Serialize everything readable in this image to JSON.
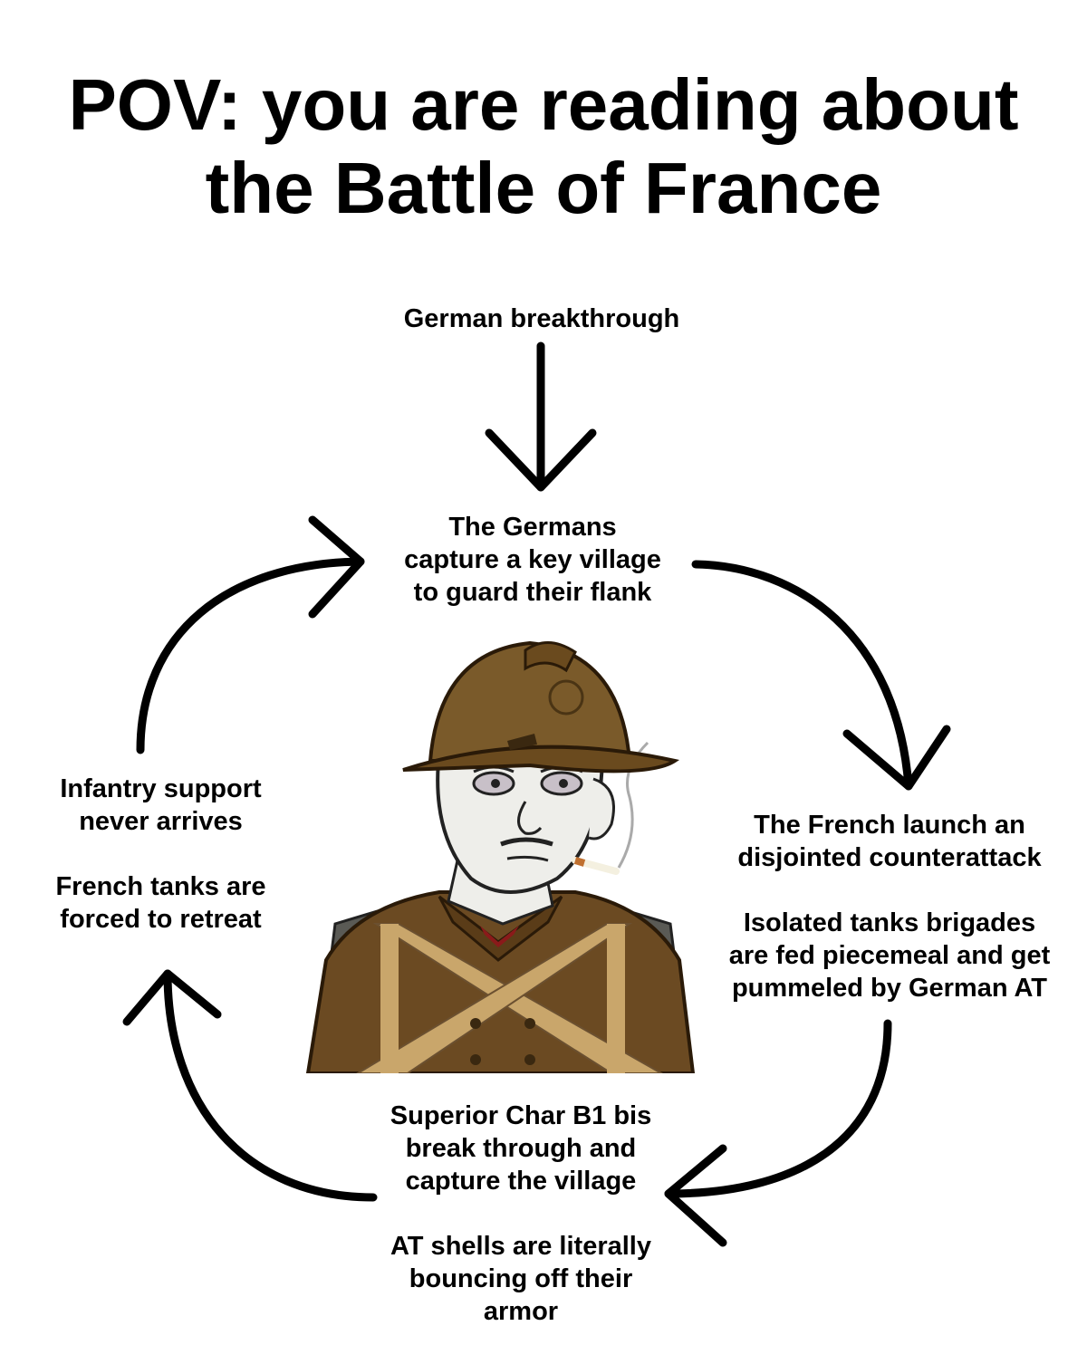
{
  "title": {
    "line1": "POV: you are reading about",
    "line2": "the Battle of France"
  },
  "cycle": {
    "top_entry": "German breakthrough",
    "step1": [
      "The Germans",
      "capture a key village",
      "to guard their flank"
    ],
    "step2": [
      "The French launch an",
      "disjointed counterattack",
      "",
      "Isolated tanks brigades",
      "are fed piecemeal and get",
      "pummeled by German AT"
    ],
    "step3": [
      "Superior Char B1 bis",
      "break through and",
      "capture the village",
      "",
      "AT shells are literally",
      "bouncing off their",
      "armor"
    ],
    "step4": [
      "Infantry support",
      "never arrives",
      "",
      "French tanks are",
      "forced to retreat"
    ]
  },
  "colors": {
    "helmet": "#7a5a2a",
    "uniform": "#6b4a22",
    "strap": "#c9a66b",
    "skin": "#eeeeea"
  },
  "icons": [
    "arrow-down-icon",
    "cycle-arrow-icon",
    "soldier-illustration"
  ]
}
